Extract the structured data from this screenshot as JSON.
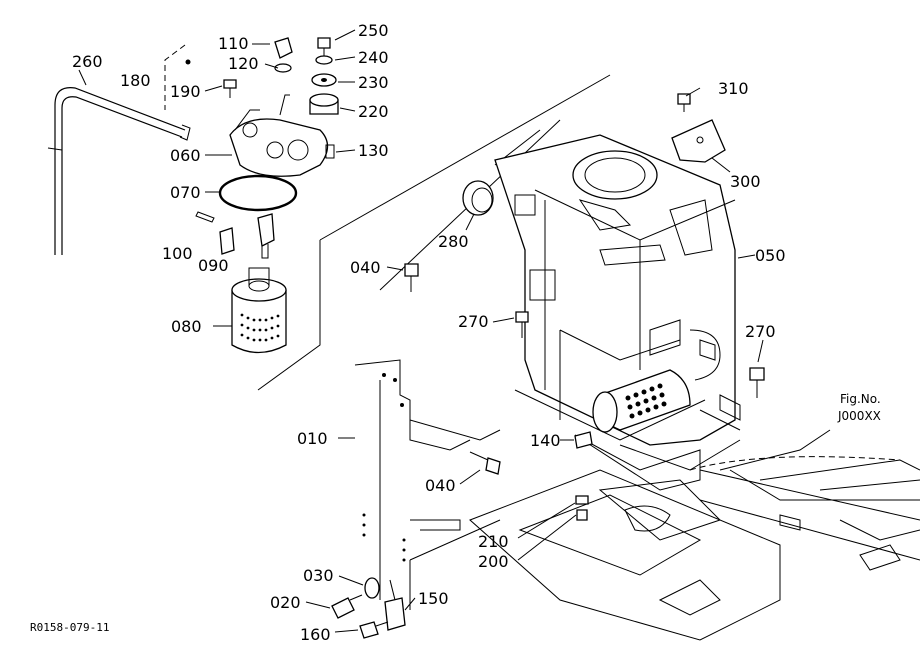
{
  "diagram": {
    "parts": {
      "p010": "010",
      "p020": "020",
      "p030": "030",
      "p040a": "040",
      "p040b": "040",
      "p050": "050",
      "p060": "060",
      "p070": "070",
      "p080": "080",
      "p090": "090",
      "p100": "100",
      "p110": "110",
      "p120": "120",
      "p130": "130",
      "p140": "140",
      "p150": "150",
      "p160": "160",
      "p180": "180",
      "p190": "190",
      "p200": "200",
      "p210": "210",
      "p220": "220",
      "p230": "230",
      "p240": "240",
      "p250": "250",
      "p260": "260",
      "p270a": "270",
      "p270b": "270",
      "p280": "280",
      "p300": "300",
      "p310": "310"
    },
    "fig_ref": {
      "label": "Fig.No.",
      "code": "J000XX"
    },
    "drawing_code": "R0158-079-11"
  }
}
